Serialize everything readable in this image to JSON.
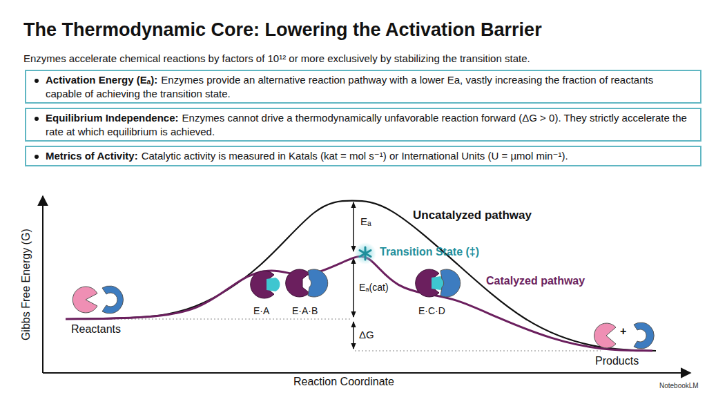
{
  "diagram": {
    "title": "The Thermodynamic Core: Lowering the Activation Barrier",
    "nodes": [
      {
        "text": [
          "Activation Energy (Eₐ):",
          "Enzymes provide an alternative reaction pathway with a lower Ea, vastly increasing the fraction of reactants capable of achieving the transition state."
        ]
      },
      {
        "text": [
          "Equilibrium Independence:",
          "Enzymes cannot drive a thermodynamically unfavorable reaction forward (ΔG > 0). They strictly accelerate the rate at which equilibrium is achieved."
        ]
      },
      {
        "text": [
          "Metrics of Activity:",
          "Catalytic activity is measured in Katals (kat = mol s⁻¹) or International Units (U = µmol min⁻¹)."
        ]
      }
    ],
    "labels": [
      "Enzymes accelerate chemical reactions by factors of 10¹² or more exclusively by stabilizing the transition state.",
      "Gibbs Free Energy (G)",
      "Eₐ",
      "Uncatalyzed pathway",
      "Transition State (‡)",
      "Catalyzed pathway",
      "E·A",
      "E·A·B",
      "Eₐ(cat)",
      "E·C·D",
      "Reactants",
      "ΔG",
      "+",
      "Products",
      "Reaction Coordinate",
      "NotebookLM"
    ]
  }
}
